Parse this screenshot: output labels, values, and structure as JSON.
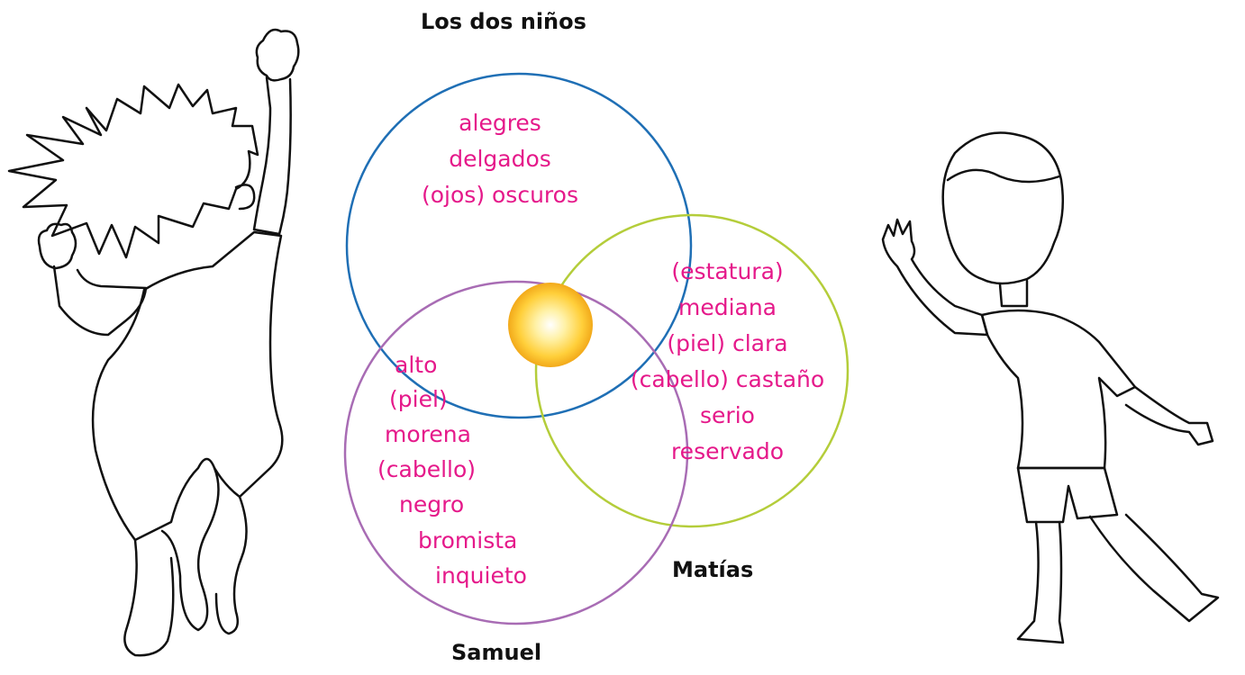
{
  "diagram": {
    "title_top": "Los dos niños",
    "label_matias": "Matías",
    "label_samuel": "Samuel",
    "shared_traits": [
      "alegres",
      "delgados",
      "(ojos) oscuros"
    ],
    "matias_traits": [
      "(estatura)",
      "mediana",
      "(piel) clara",
      "(cabello) castaño",
      "serio",
      "reservado"
    ],
    "samuel_traits": [
      "alto",
      "(piel)",
      "morena",
      "(cabello)",
      "negro",
      "bromista",
      "inquieto"
    ],
    "colors": {
      "text_magenta": "#e5198a",
      "circle_blue": "#1f6fb5",
      "circle_green": "#b4cd3a",
      "circle_purple": "#a86cb4",
      "sun_center": "#ffffff",
      "sun_mid": "#ffd84a",
      "sun_edge": "#f3ae1b",
      "outline": "#111111"
    }
  }
}
